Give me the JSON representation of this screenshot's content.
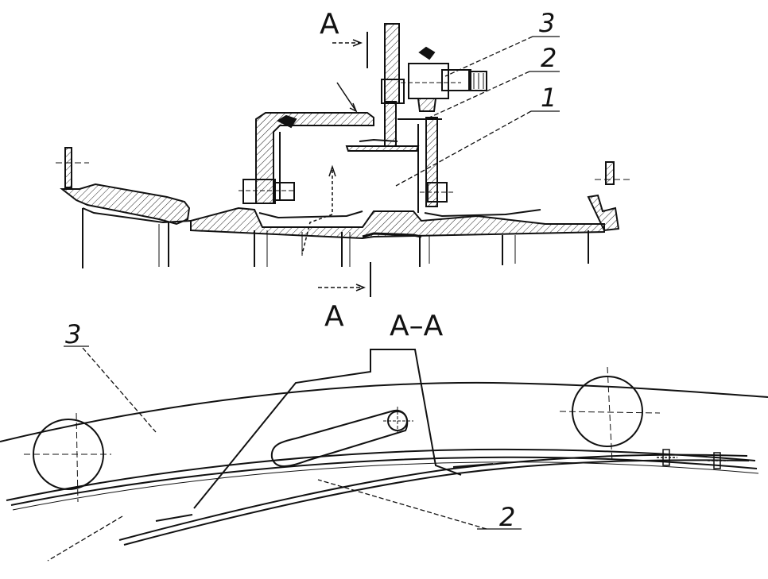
{
  "labels": {
    "section_marker_top": "A",
    "section_marker_bottom": "A",
    "section_title": "A–A",
    "callout_1": "1",
    "callout_2": "2",
    "callout_3": "3",
    "callout_3_lower": "3",
    "callout_2_lower": "2"
  },
  "colors": {
    "line": "#111111",
    "hatch": "#222222",
    "paper": "#ffffff"
  }
}
